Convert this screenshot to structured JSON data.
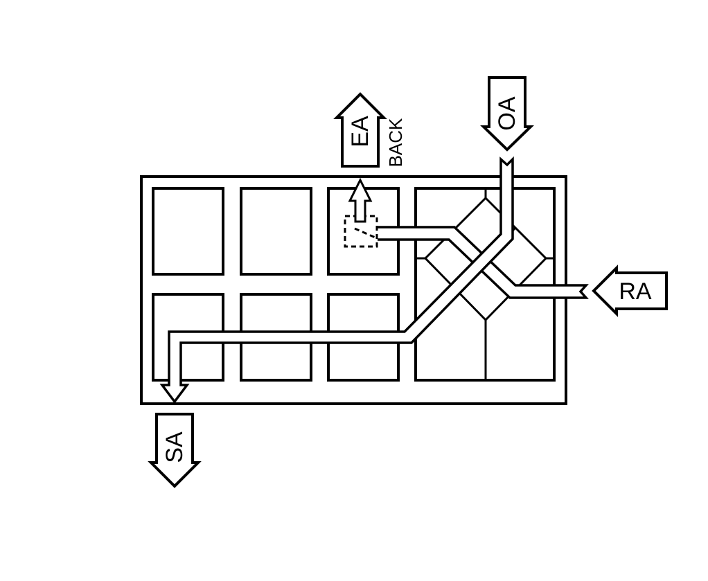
{
  "diagram": {
    "labels": {
      "exhaust_air": "EA",
      "outdoor_air": "OA",
      "return_air": "RA",
      "supply_air": "SA",
      "back": "BACK"
    },
    "colors": {
      "line": "#000000",
      "background": "#ffffff"
    }
  }
}
